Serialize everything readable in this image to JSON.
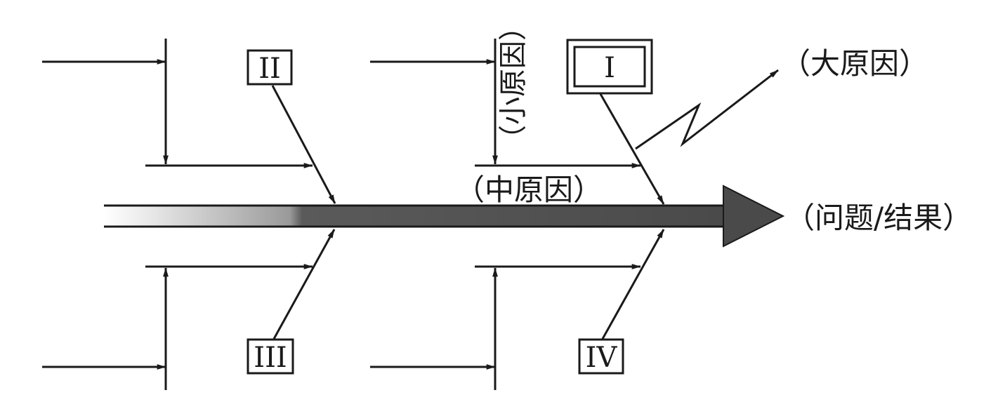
{
  "labels": {
    "major_cause": "（大原因）",
    "problem_result": "（问题/结果）",
    "medium_cause": "（中原因）",
    "minor_cause": "（小原因）"
  },
  "boxes": [
    "I",
    "II",
    "III",
    "IV"
  ],
  "colors": {
    "line": "#1a1a1a",
    "spine_dark": "#4a4a4a",
    "spine_light": "#e6e6e6"
  }
}
